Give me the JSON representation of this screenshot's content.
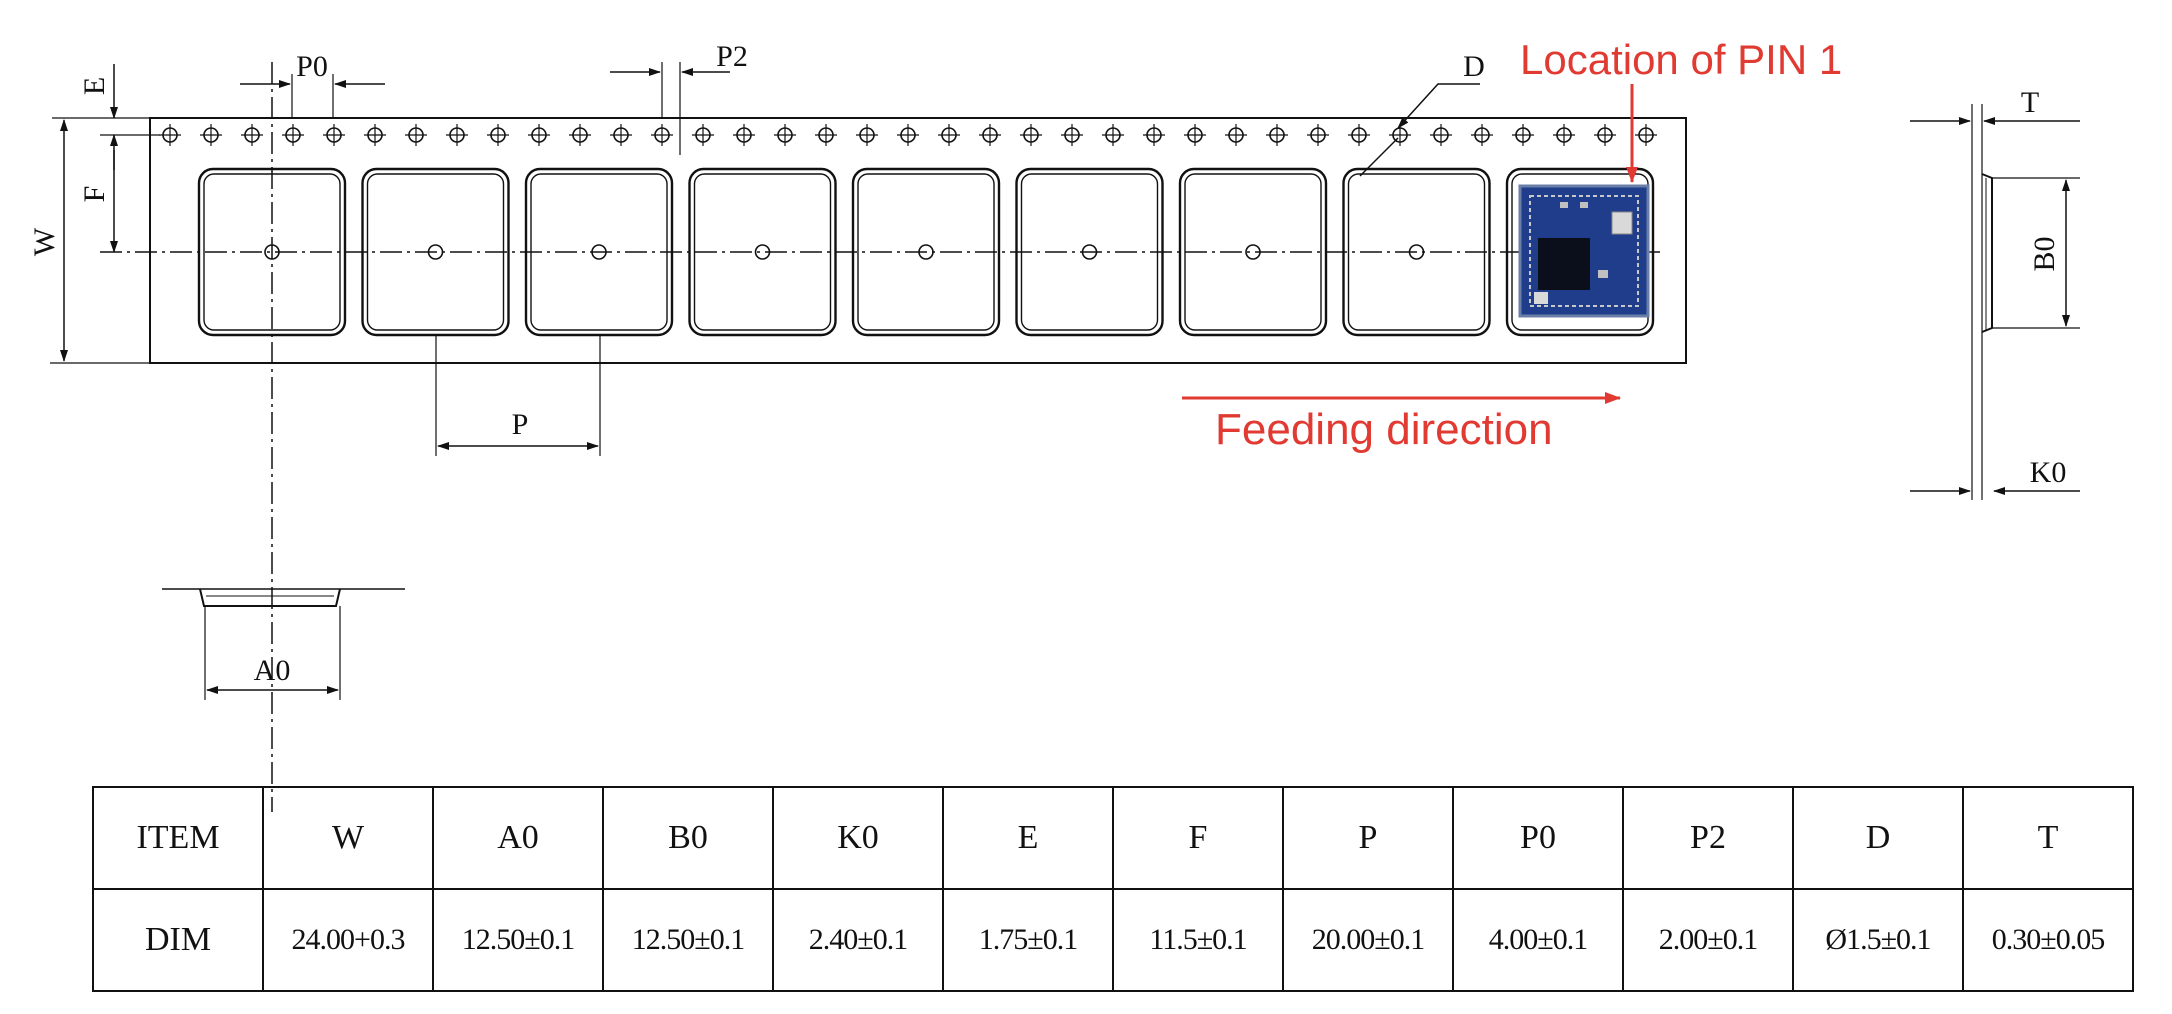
{
  "annotations": {
    "pin1_label": "Location of PIN 1",
    "feed_label": "Feeding direction"
  },
  "dimension_labels": {
    "E": "E",
    "F": "F",
    "W": "W",
    "P0": "P0",
    "P2": "P2",
    "D": "D",
    "P": "P",
    "A0": "A0",
    "B0": "B0",
    "T": "T",
    "K0": "K0"
  },
  "colors": {
    "annotation": "#e03a32",
    "line": "#111111",
    "pcb": "#1f3d8a"
  },
  "table": {
    "row_headers": [
      "ITEM",
      "DIM"
    ],
    "columns": [
      {
        "item": "W",
        "dim": "24.00+0.3"
      },
      {
        "item": "A0",
        "dim": "12.50±0.1"
      },
      {
        "item": "B0",
        "dim": "12.50±0.1"
      },
      {
        "item": "K0",
        "dim": "2.40±0.1"
      },
      {
        "item": "E",
        "dim": "1.75±0.1"
      },
      {
        "item": "F",
        "dim": "11.5±0.1"
      },
      {
        "item": "P",
        "dim": "20.00±0.1"
      },
      {
        "item": "P0",
        "dim": "4.00±0.1"
      },
      {
        "item": "P2",
        "dim": "2.00±0.1"
      },
      {
        "item": "D",
        "dim": "Ø1.5±0.1"
      },
      {
        "item": "T",
        "dim": "0.30±0.05"
      }
    ]
  }
}
